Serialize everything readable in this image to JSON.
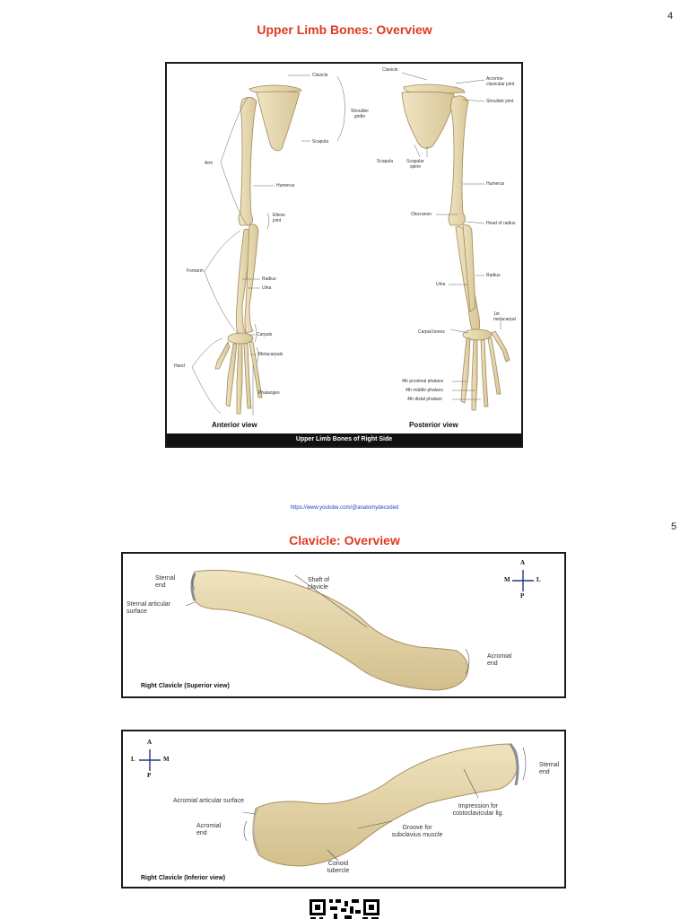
{
  "page4": {
    "number": "4",
    "title": "Upper Limb Bones: Overview",
    "figure": {
      "anterior_labels": {
        "clavicle": "Clavicle",
        "shoulder_girdle": "Shoulder girdle",
        "scapula": "Scapula",
        "arm": "Arm",
        "humerus": "Humerus",
        "elbow_joint": "Elbow joint",
        "forearm": "Forearm",
        "radius": "Radius",
        "ulna": "Ulna",
        "carpals": "Carpals",
        "metacarpals": "Metacarpals",
        "hand": "Hand",
        "phalanges": "Phalanges"
      },
      "posterior_labels": {
        "clavicle": "Clavicle",
        "acromioclavicular_joint": "Acromio-clavicular joint",
        "shoulder_joint": "Shoulder joint",
        "scapula": "Scapula",
        "scapular_spine": "Scapular spine",
        "humerus": "Humerus",
        "olecranon": "Olecranon",
        "head_of_radius": "Head of radius",
        "radius": "Radius",
        "ulna": "Ulna",
        "first_metacarpal": "1st metacarpal",
        "carpal_bones": "Carpal bones",
        "proximal_phalanx": "4th proximal phalanx",
        "middle_phalanx": "4th middle phalanx",
        "distal_phalanx": "4th distal phalanx"
      },
      "anterior_view": "Anterior view",
      "posterior_view": "Posterior view",
      "caption": "Upper Limb Bones of Right Side"
    },
    "link": "https://www.youtube.com/@anatomydecoded"
  },
  "page5": {
    "number": "5",
    "title": "Clavicle: Overview",
    "superior": {
      "sternal_end": "Sternal end",
      "sternal_articular_surface": "Sternal articular surface",
      "shaft": "Shaft of clavicle",
      "acromial_end": "Acromial end",
      "view_label": "Right Clavicle (Superior view)",
      "compass": {
        "top": "A",
        "left": "M",
        "right": "L",
        "bottom": "P"
      }
    },
    "inferior": {
      "sternal_end": "Sternal end",
      "impression": "Impression for costoclavicular lig.",
      "acromial_articular_surface": "Acromial articular surface",
      "acromial_end": "Acromial end",
      "groove": "Groove for subclavius muscle",
      "conoid": "Conoid tubercle",
      "view_label": "Right Clavicle (Inferior view)",
      "compass": {
        "top": "A",
        "left": "L",
        "right": "M",
        "bottom": "P"
      }
    }
  },
  "colors": {
    "title": "#e03a1e",
    "bone_fill": "#e6d8b0",
    "bone_stroke": "#a08a5a",
    "link": "#2a3cc4"
  }
}
